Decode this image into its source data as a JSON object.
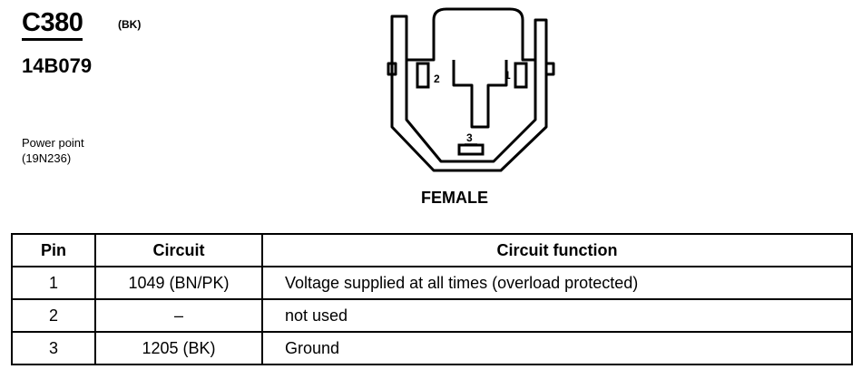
{
  "header": {
    "connector_id": "C380",
    "connector_color": "(BK)",
    "part_number": "14B079",
    "component_name": "Power point",
    "component_code": "(19N236)"
  },
  "diagram": {
    "view_label": "FEMALE",
    "pins": [
      {
        "label": "1"
      },
      {
        "label": "2"
      },
      {
        "label": "3"
      }
    ]
  },
  "table": {
    "headers": [
      "Pin",
      "Circuit",
      "Circuit function"
    ],
    "rows": [
      {
        "pin": "1",
        "circuit": "1049 (BN/PK)",
        "function": "Voltage supplied at all times (overload protected)"
      },
      {
        "pin": "2",
        "circuit": "–",
        "function": "not used"
      },
      {
        "pin": "3",
        "circuit": "1205 (BK)",
        "function": "Ground"
      }
    ]
  }
}
